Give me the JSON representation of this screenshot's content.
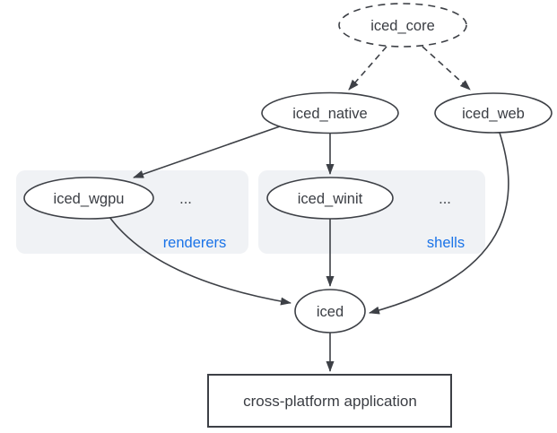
{
  "diagram": {
    "type": "dependency-graph",
    "nodes": {
      "iced_core": {
        "label": "iced_core",
        "shape": "ellipse",
        "border": "dashed"
      },
      "iced_native": {
        "label": "iced_native",
        "shape": "ellipse",
        "border": "solid"
      },
      "iced_web": {
        "label": "iced_web",
        "shape": "ellipse",
        "border": "solid"
      },
      "iced_wgpu": {
        "label": "iced_wgpu",
        "shape": "ellipse",
        "border": "solid",
        "group": "renderers"
      },
      "iced_winit": {
        "label": "iced_winit",
        "shape": "ellipse",
        "border": "solid",
        "group": "shells"
      },
      "iced": {
        "label": "iced",
        "shape": "ellipse",
        "border": "solid"
      },
      "app": {
        "label": "cross-platform application",
        "shape": "rectangle",
        "border": "solid"
      }
    },
    "groups": {
      "renderers": {
        "label": "renderers",
        "ellipsis": "..."
      },
      "shells": {
        "label": "shells",
        "ellipsis": "..."
      }
    },
    "edges": [
      {
        "from": "iced_core",
        "to": "iced_native",
        "style": "dashed"
      },
      {
        "from": "iced_core",
        "to": "iced_web",
        "style": "dashed"
      },
      {
        "from": "iced_native",
        "to": "iced_wgpu",
        "style": "solid"
      },
      {
        "from": "iced_native",
        "to": "iced_winit",
        "style": "solid"
      },
      {
        "from": "iced_wgpu",
        "to": "iced",
        "style": "solid"
      },
      {
        "from": "iced_winit",
        "to": "iced",
        "style": "solid"
      },
      {
        "from": "iced_web",
        "to": "iced",
        "style": "solid"
      },
      {
        "from": "iced",
        "to": "app",
        "style": "solid"
      }
    ],
    "colors": {
      "stroke": "#3d4046",
      "text": "#3a3d43",
      "group_label": "#1a73e8",
      "group_fill": "#f0f2f5",
      "node_fill": "#ffffff",
      "background": "#ffffff"
    }
  }
}
